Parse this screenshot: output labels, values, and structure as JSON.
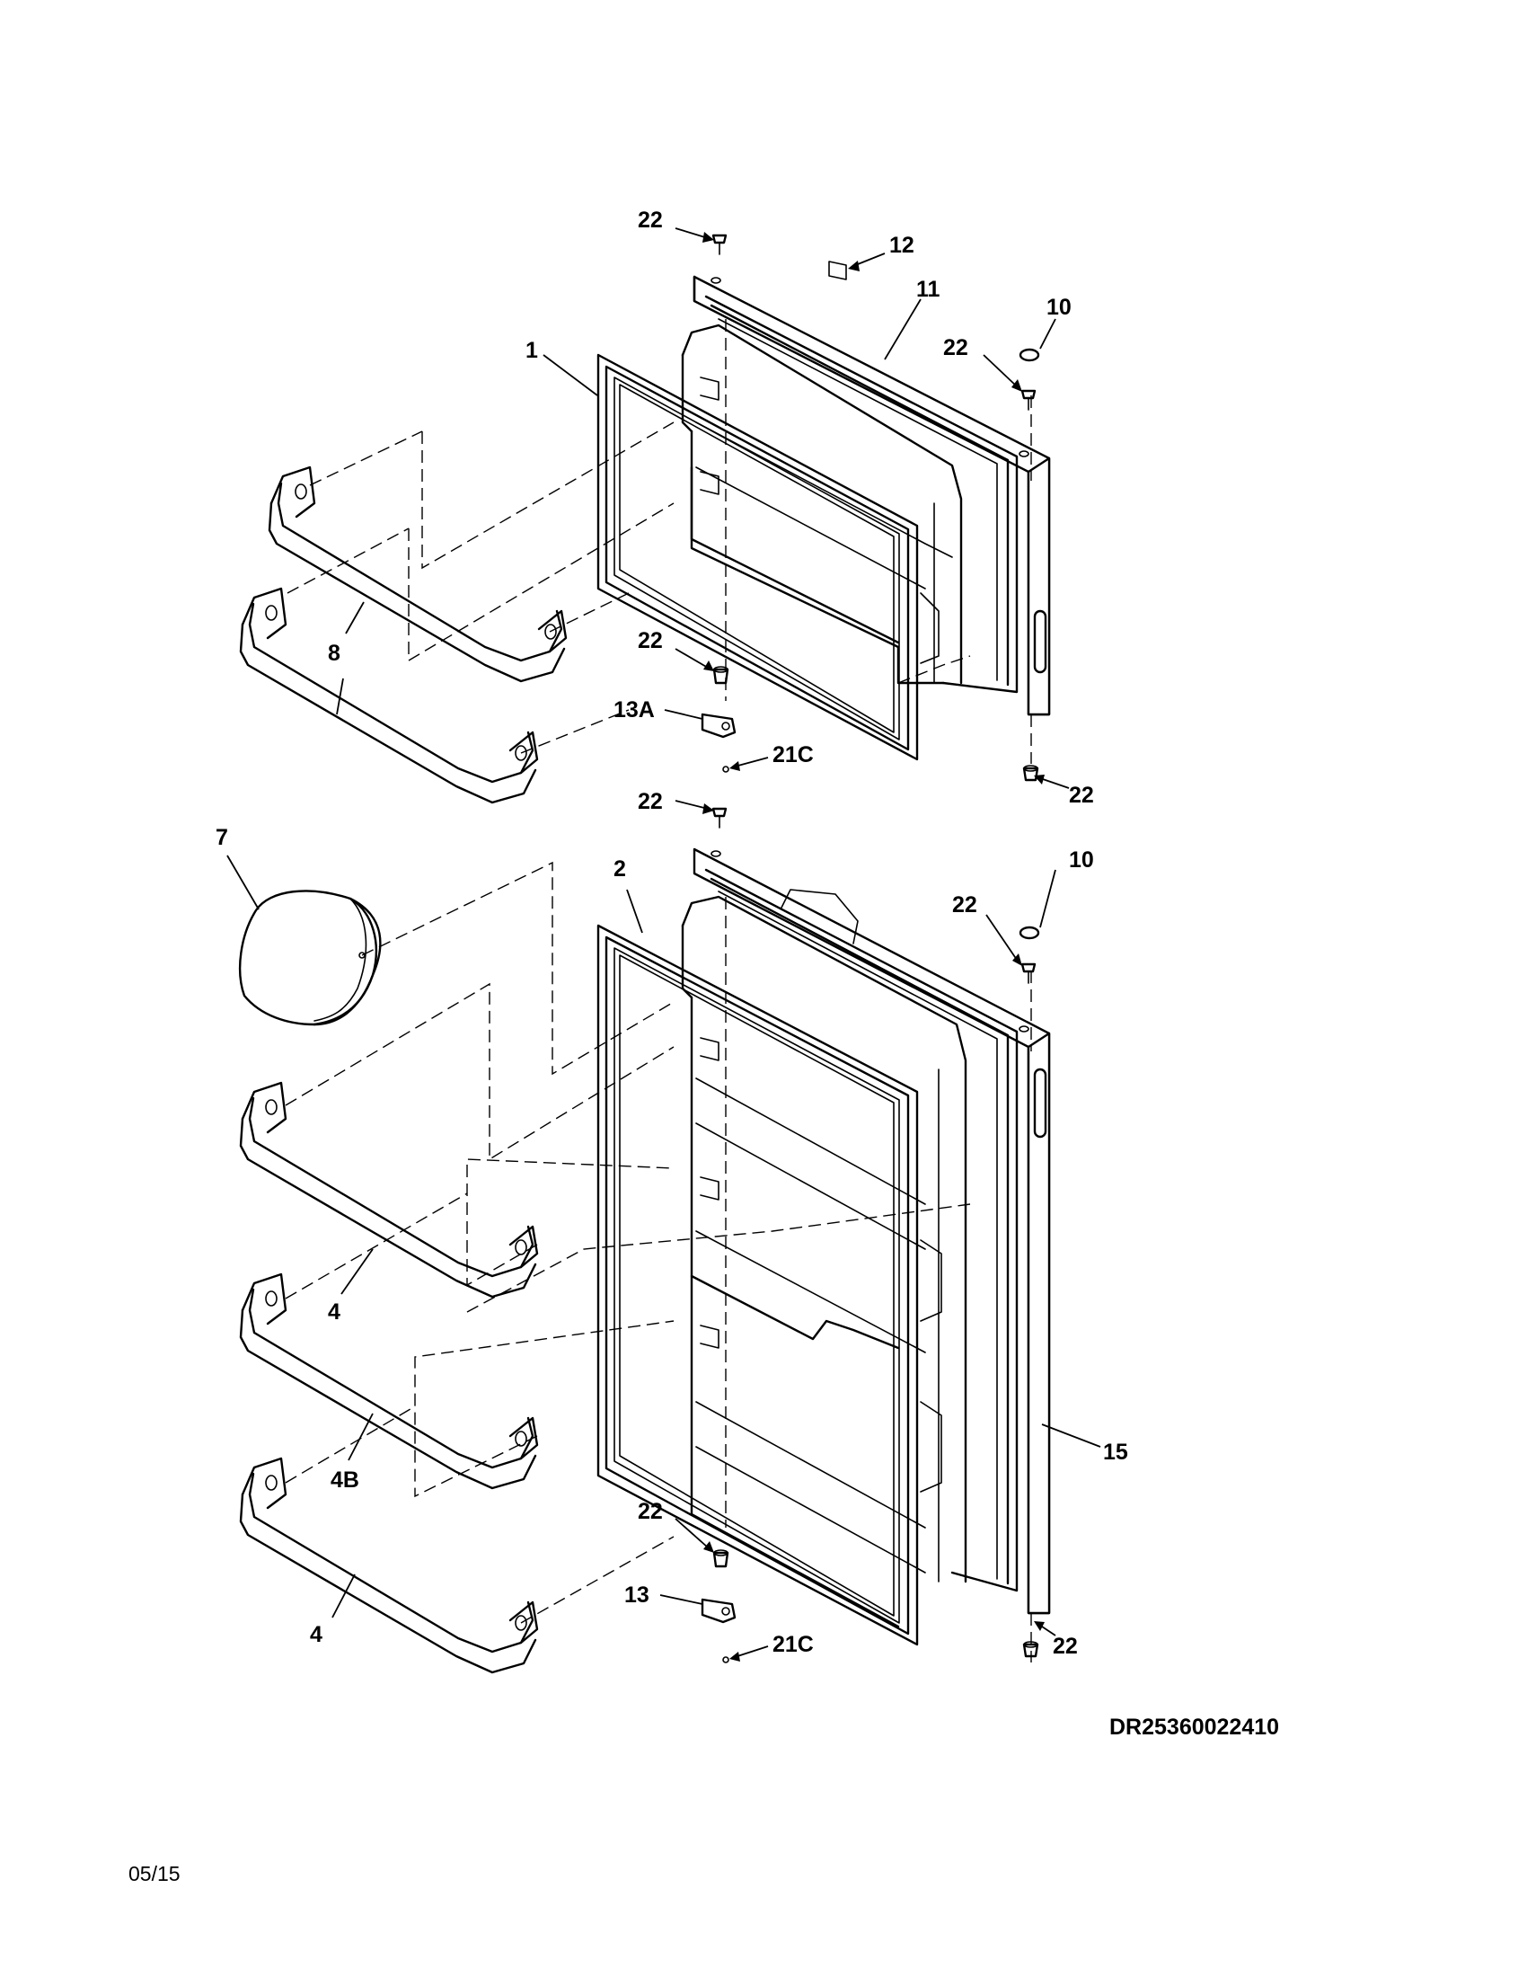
{
  "labels": {
    "upper_screw_top": "22",
    "upper_cover": "12",
    "upper_door": "11",
    "upper_plug": "10",
    "upper_screw_right": "22",
    "upper_gasket": "1",
    "upper_shelf": "8",
    "upper_hinge_bushing": "22",
    "upper_hinge": "13A",
    "upper_hinge_screw": "21C",
    "upper_bottom_bushing": "22",
    "lower_screw_top": "22",
    "lower_plug": "10",
    "lower_screw_right": "22",
    "lower_gasket": "2",
    "dairy_door": "7",
    "lower_shelf_a": "4",
    "lower_shelf_b": "4B",
    "lower_shelf_c": "4",
    "lower_door": "15",
    "lower_hinge_bushing": "22",
    "lower_hinge": "13",
    "lower_hinge_screw": "21C",
    "lower_bottom_bushing": "22"
  },
  "drawing_number": "DR25360022410",
  "date_code": "05/15"
}
